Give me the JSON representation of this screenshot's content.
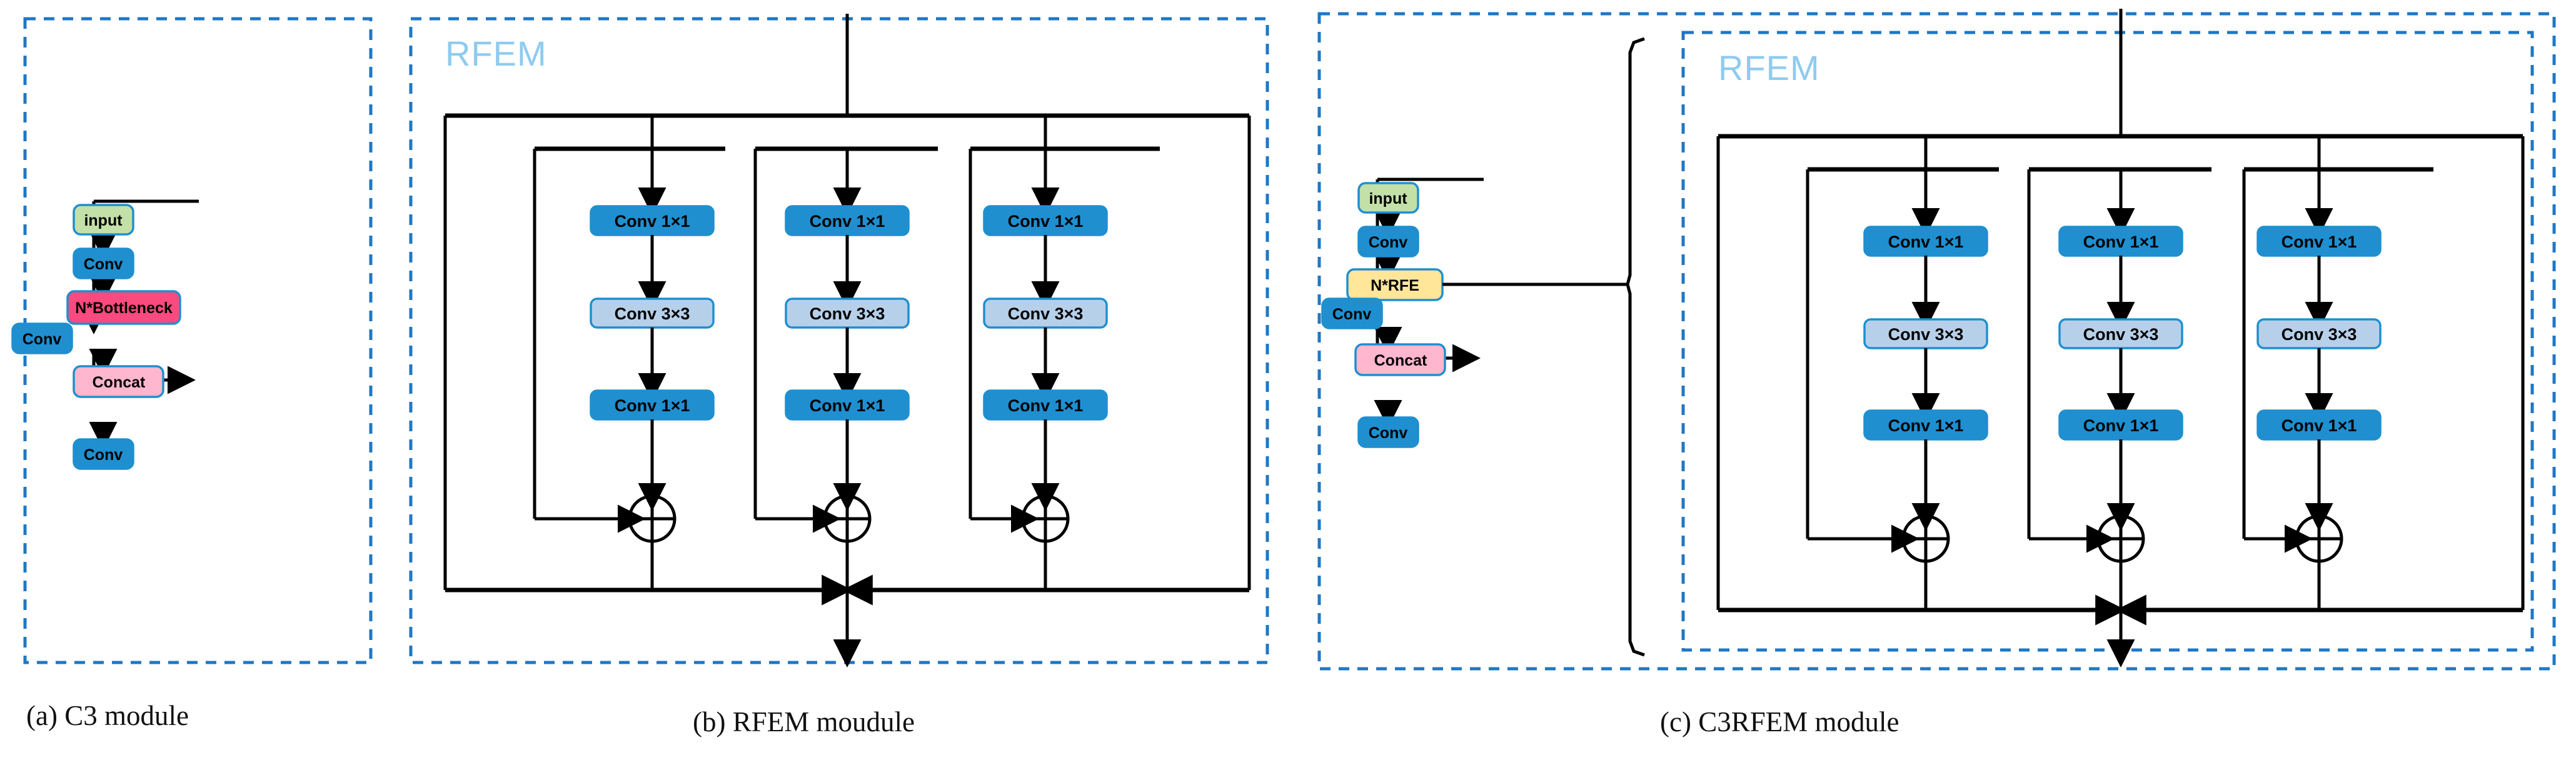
{
  "figure": {
    "title": "C3 / RFEM / C3RFEM module architecture diagram",
    "accent_border": "#1f77c4",
    "colors": {
      "conv_blue": "#1f8fd0",
      "conv_light_blue": "#b7d0ea",
      "input_green": "#c3e0a8",
      "bottleneck_pink": "#fb4a7d",
      "concat_pink": "#ffb6ce",
      "rfe_yellow": "#ffe699",
      "rfem_title": "#8ecbf0",
      "wire": "#000000",
      "panel_border": "#1f77c4"
    }
  },
  "panels": [
    {
      "id": "a",
      "caption": "(a) C3 module",
      "nodes": [
        {
          "name": "input",
          "label": "input",
          "kind": "input"
        },
        {
          "name": "conv-main",
          "label": "Conv",
          "kind": "conv"
        },
        {
          "name": "n-bottleneck",
          "label": "N*Bottleneck",
          "kind": "bottleneck"
        },
        {
          "name": "concat",
          "label": "Concat",
          "kind": "concat"
        },
        {
          "name": "conv-out",
          "label": "Conv",
          "kind": "conv"
        },
        {
          "name": "conv-skip",
          "label": "Conv",
          "kind": "conv"
        }
      ]
    },
    {
      "id": "b",
      "caption": "(b)   RFEM moudule",
      "title": "RFEM",
      "branches": [
        {
          "name": "branch-1",
          "nodes": [
            "Conv 1×1",
            "Conv 3×3",
            "Conv 1×1"
          ],
          "merge": "⊕"
        },
        {
          "name": "branch-2",
          "nodes": [
            "Conv 1×1",
            "Conv 3×3",
            "Conv 1×1"
          ],
          "merge": "⊕"
        },
        {
          "name": "branch-3",
          "nodes": [
            "Conv 1×1",
            "Conv 3×3",
            "Conv 1×1"
          ],
          "merge": "⊕"
        }
      ]
    },
    {
      "id": "c",
      "caption": "(c)   C3RFEM module",
      "title": "RFEM",
      "nodes": [
        {
          "name": "input",
          "label": "input",
          "kind": "input"
        },
        {
          "name": "conv-main",
          "label": "Conv",
          "kind": "conv"
        },
        {
          "name": "n-rfe",
          "label": "N*RFE",
          "kind": "rfe"
        },
        {
          "name": "concat",
          "label": "Concat",
          "kind": "concat"
        },
        {
          "name": "conv-out",
          "label": "Conv",
          "kind": "conv"
        },
        {
          "name": "conv-skip",
          "label": "Conv",
          "kind": "conv"
        }
      ],
      "branches": [
        {
          "name": "branch-1",
          "nodes": [
            "Conv 1×1",
            "Conv 3×3",
            "Conv 1×1"
          ],
          "merge": "⊕"
        },
        {
          "name": "branch-2",
          "nodes": [
            "Conv 1×1",
            "Conv 3×3",
            "Conv 1×1"
          ],
          "merge": "⊕"
        },
        {
          "name": "branch-3",
          "nodes": [
            "Conv 1×1",
            "Conv 3×3",
            "Conv 1×1"
          ],
          "merge": "⊕"
        }
      ]
    }
  ],
  "labels": {
    "input": "input",
    "conv": "Conv",
    "bottleneck": "N*Bottleneck",
    "rfe": "N*RFE",
    "concat": "Concat",
    "conv1x1": "Conv 1×1",
    "conv3x3": "Conv 3×3",
    "rfem": "RFEM",
    "plus": "⊕",
    "caption_a": "(a) C3 module",
    "caption_b": "(b)   RFEM moudule",
    "caption_c": "(c)   C3RFEM module"
  }
}
